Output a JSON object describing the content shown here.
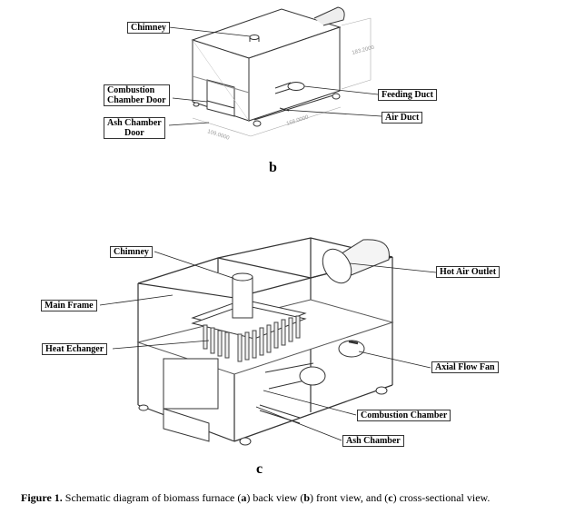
{
  "figure": {
    "panels": [
      {
        "id": "b",
        "label": "b",
        "callouts": {
          "chimney": "Chimney",
          "combustion_chamber_door_line1": "Combustion",
          "combustion_chamber_door_line2": "Chamber Door",
          "ash_chamber_door_line1": "Ash Chamber",
          "ash_chamber_door_line2": "Door",
          "feeding_duct": "Feeding Duct",
          "air_duct": "Air Duct"
        },
        "dimensions": {
          "height": "183.2000",
          "length": "168.0000",
          "width": "109.0000"
        }
      },
      {
        "id": "c",
        "label": "c",
        "callouts": {
          "chimney": "Chimney",
          "main_frame": "Main Frame",
          "heat_exchanger": "Heat Echanger",
          "hot_air_outlet": "Hot Air Outlet",
          "axial_flow_fan": "Axial Flow Fan",
          "combustion_chamber": "Combustion Chamber",
          "ash_chamber": "Ash Chamber"
        }
      }
    ],
    "caption": {
      "label": "Figure 1.",
      "text_1": " Schematic diagram of biomass furnace (",
      "a": "a",
      "text_2": ") back view (",
      "b": "b",
      "text_3": ") front view, and (",
      "c": "c",
      "text_4": ") cross-sectional view."
    }
  }
}
